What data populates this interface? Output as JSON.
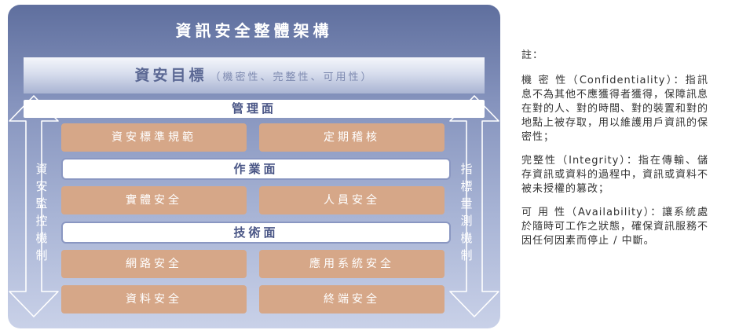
{
  "diagram": {
    "title": "資訊安全整體架構",
    "goal_title": "資安目標",
    "goal_note": "（機密性、完整性、可用性）",
    "layers": {
      "management": "管理面",
      "operations": "作業面",
      "technical": "技術面"
    },
    "boxes": {
      "policy": "資安標準規範",
      "audit": "定期稽核",
      "physical": "實體安全",
      "personnel": "人員安全",
      "network": "網路安全",
      "application": "應用系統安全",
      "data": "資料安全",
      "endpoint": "終端安全"
    },
    "left_arrow_label": "資安監控機制",
    "right_arrow_label": "指標量測機制"
  },
  "notes": {
    "heading": "註：",
    "confidentiality": "機 密 性（Confidentiality）：指訊息不為其他不應獲得者獲得，保障訊息在對的人、對的時間、對的裝置和對的地點上被存取，用以維護用戶資訊的保密性；",
    "integrity": "完整性（Integrity）：指在傳輸、儲存資訊或資料的過程中，資訊或資料不被未授權的篡改；",
    "availability": "可 用 性（Availability）：讓系統處於隨時可工作之狀態，確保資訊服務不因任何因素而停止 / 中斷。"
  },
  "colors": {
    "panel_top": "#5f6f9e",
    "panel_bottom": "#c9d1e8",
    "box": "#d6a788",
    "bar_border": "#8a97c2"
  }
}
